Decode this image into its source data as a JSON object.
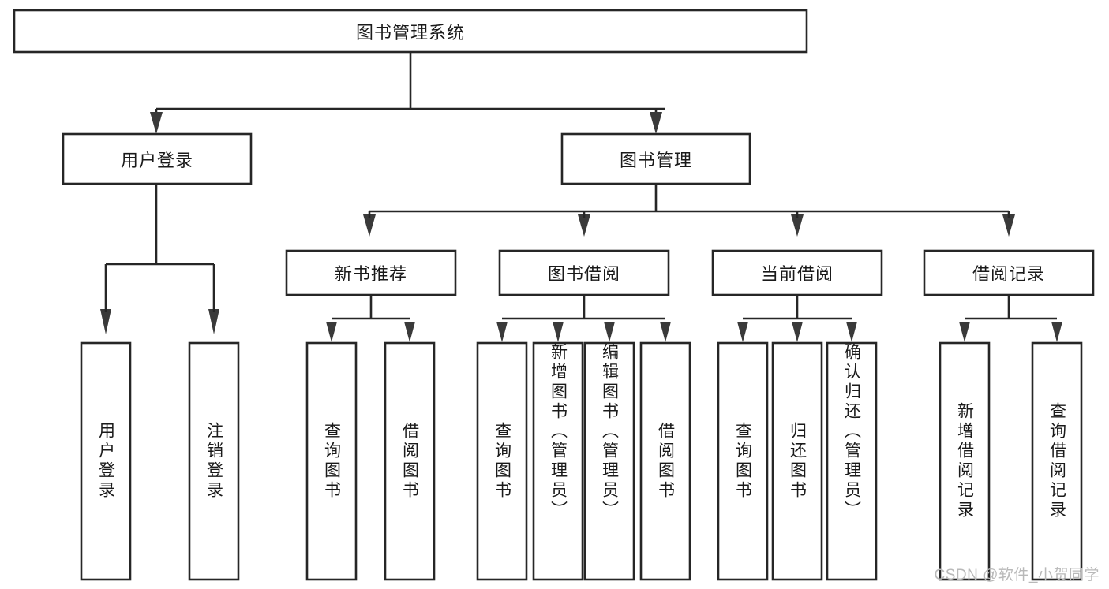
{
  "diagram": {
    "type": "tree-hierarchy-chart",
    "title": "图书管理系统",
    "watermark": "CSDN @软件_小贺同学",
    "colors": {
      "box_stroke": "#262626",
      "box_fill": "#ffffff",
      "text": "#1a1a1a",
      "arrow": "#3a3a3a",
      "watermark": "#b9b9b9",
      "background": "#ffffff"
    },
    "levels": [
      {
        "level": 1,
        "nodes": [
          {
            "id": "root",
            "label": "图书管理系统",
            "orientation": "horizontal"
          }
        ]
      },
      {
        "level": 2,
        "nodes": [
          {
            "id": "user-login",
            "label": "用户登录",
            "orientation": "horizontal",
            "parent": "root"
          },
          {
            "id": "book-manage",
            "label": "图书管理",
            "orientation": "horizontal",
            "parent": "root"
          }
        ]
      },
      {
        "level": 3,
        "nodes": [
          {
            "id": "new-book-rec",
            "label": "新书推荐",
            "orientation": "horizontal",
            "parent": "book-manage"
          },
          {
            "id": "book-borrow",
            "label": "图书借阅",
            "orientation": "horizontal",
            "parent": "book-manage"
          },
          {
            "id": "current-borrow",
            "label": "当前借阅",
            "orientation": "horizontal",
            "parent": "book-manage"
          },
          {
            "id": "borrow-record",
            "label": "借阅记录",
            "orientation": "horizontal",
            "parent": "book-manage"
          }
        ]
      },
      {
        "level": 4,
        "nodes": [
          {
            "id": "leaf-1",
            "label": "用户登录",
            "orientation": "vertical",
            "parent": "user-login"
          },
          {
            "id": "leaf-2",
            "label": "注销登录",
            "orientation": "vertical",
            "parent": "user-login"
          },
          {
            "id": "leaf-3",
            "label": "查询图书",
            "orientation": "vertical",
            "parent": "new-book-rec"
          },
          {
            "id": "leaf-4",
            "label": "借阅图书",
            "orientation": "vertical",
            "parent": "new-book-rec"
          },
          {
            "id": "leaf-5",
            "label": "查询图书",
            "orientation": "vertical",
            "parent": "book-borrow"
          },
          {
            "id": "leaf-6",
            "label": "新增图书（管理员）",
            "orientation": "vertical",
            "parent": "book-borrow"
          },
          {
            "id": "leaf-7",
            "label": "编辑图书（管理员）",
            "orientation": "vertical",
            "parent": "book-borrow"
          },
          {
            "id": "leaf-8",
            "label": "借阅图书",
            "orientation": "vertical",
            "parent": "book-borrow"
          },
          {
            "id": "leaf-9",
            "label": "查询图书",
            "orientation": "vertical",
            "parent": "current-borrow"
          },
          {
            "id": "leaf-10",
            "label": "归还图书",
            "orientation": "vertical",
            "parent": "current-borrow"
          },
          {
            "id": "leaf-11",
            "label": "确认归还（管理员）",
            "orientation": "vertical",
            "parent": "current-borrow"
          },
          {
            "id": "leaf-12",
            "label": "新增借阅记录",
            "orientation": "vertical",
            "parent": "borrow-record"
          },
          {
            "id": "leaf-13",
            "label": "查询借阅记录",
            "orientation": "vertical",
            "parent": "borrow-record"
          }
        ]
      }
    ]
  }
}
